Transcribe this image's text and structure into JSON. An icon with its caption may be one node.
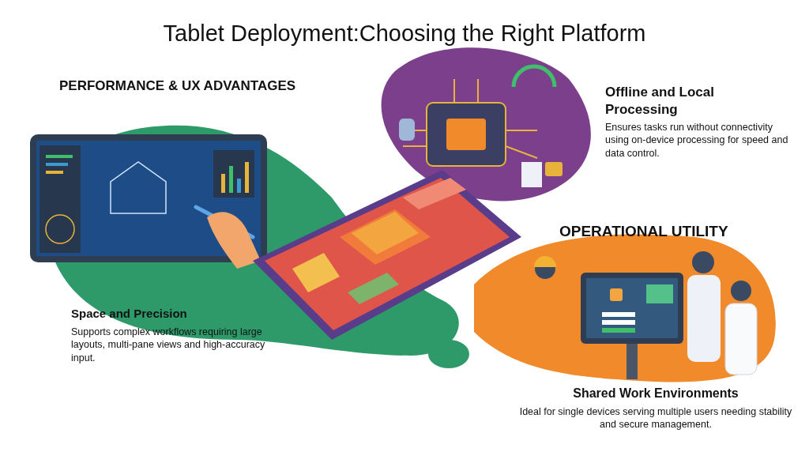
{
  "diagram": {
    "title": "Tablet Deployment:Choosing the Right Platform",
    "labels": [
      "PERFORMANCE & UX ADVANTAGES",
      "Offline and Local Processing",
      "Ensures tasks run without connectivity using on-device processing for speed and data control.",
      "OPERATIONAL UTILITY",
      "Space and Precision",
      "Supports complex workflows requiring large layouts, multi-pane views and high-accuracy input.",
      "Shared Work Environments",
      "Ideal for single devices serving multiple users needing stability and secure management."
    ]
  }
}
